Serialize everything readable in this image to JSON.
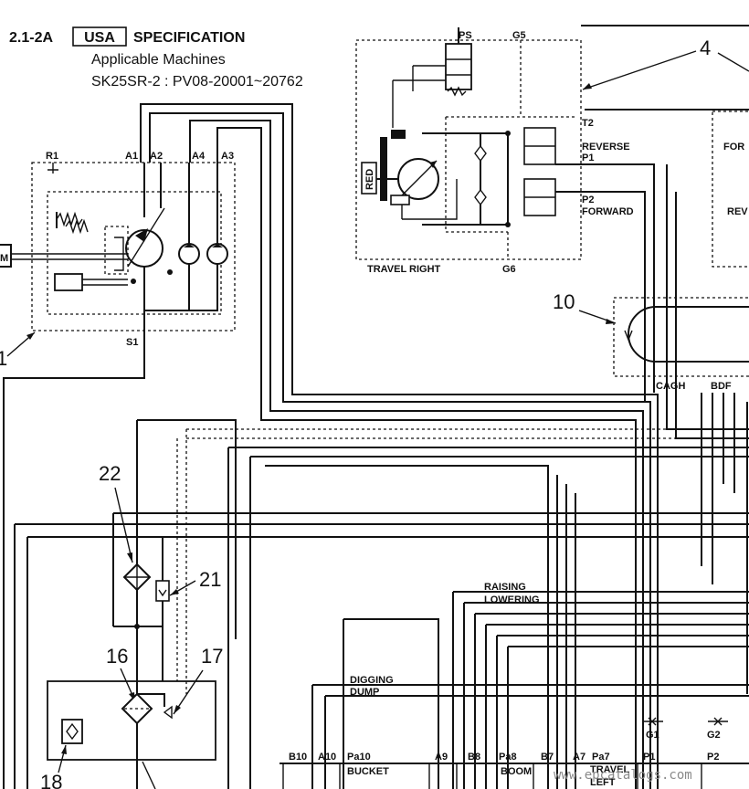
{
  "header": {
    "section": "2.1-2A",
    "region": "USA",
    "spec": "SPECIFICATION",
    "applicable": "Applicable Machines",
    "machines": "SK25SR-2 : PV08-20001~20762"
  },
  "callouts": [
    "4",
    "10",
    "22",
    "21",
    "16",
    "17",
    "18",
    "1"
  ],
  "pump": {
    "ports": [
      "R1",
      "A1",
      "A2",
      "A4",
      "A3",
      "S1"
    ],
    "motor_label": "M"
  },
  "travel_right": {
    "title": "TRAVEL RIGHT",
    "ports": [
      "PS",
      "G5",
      "G6",
      "T2",
      "P1",
      "P2"
    ],
    "reverse": "REVERSE",
    "forward": "FORWARD",
    "red": "RED",
    "right_cut_1": "FOR",
    "right_cut_2": "REV"
  },
  "swivel": {
    "ports": [
      "CAGH",
      "BDF"
    ]
  },
  "control": {
    "raising": "RAISING",
    "lowering": "LOWERING",
    "digging": "DIGGING",
    "dump": "DUMP",
    "gauges": [
      "G1",
      "G2"
    ],
    "valve_ports": [
      "B10",
      "A10",
      "Pa10",
      "A9",
      "B8",
      "Pa8",
      "B7",
      "A7",
      "Pa7",
      "P1",
      "P2"
    ],
    "sections": [
      "BUCKET",
      "BOOM",
      "TRAVEL",
      "LEFT"
    ]
  },
  "watermark": "www.epcatalogs.com"
}
